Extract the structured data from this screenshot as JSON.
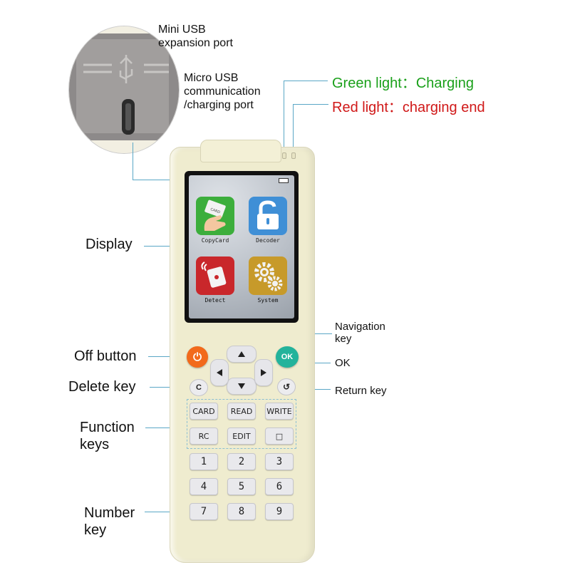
{
  "labels": {
    "mini_usb": "Mini USB\nexpansion port",
    "micro_usb": "Micro USB\ncommunication\n/charging port",
    "green_light": "Green light：Charging",
    "red_light": "Red light：charging end",
    "display": "Display",
    "off_button": "Off button",
    "delete_key": "Delete key",
    "function_keys": "Function\nkeys",
    "number_key": "Number\nkey",
    "navigation_key": "Navigation\nkey",
    "ok": "OK",
    "return_key": "Return key"
  },
  "colors": {
    "green_light": "#1aa01a",
    "red_light": "#d01818",
    "leader_line": "#5aa7c6",
    "power_button": "#f26a1b",
    "ok_button": "#23b39b"
  },
  "screen": {
    "tiles": [
      {
        "label": "CopyCard",
        "icon": "card-hand-icon",
        "color": "#3cae3c"
      },
      {
        "label": "Decoder",
        "icon": "unlock-icon",
        "color": "#3f8fd6"
      },
      {
        "label": "Detect",
        "icon": "rfid-detect-icon",
        "color": "#c9272b"
      },
      {
        "label": "System",
        "icon": "gears-icon",
        "color": "#c79a2a"
      }
    ],
    "card_text": "CARD"
  },
  "buttons": {
    "power_icon": "⏻",
    "ok_label": "OK",
    "delete_label": "C",
    "return_icon": "↺"
  },
  "function_keys": [
    "CARD",
    "READ",
    "WRITE",
    "RC",
    "EDIT",
    "□"
  ],
  "number_keys": [
    "1",
    "2",
    "3",
    "4",
    "5",
    "6",
    "7",
    "8",
    "9"
  ]
}
